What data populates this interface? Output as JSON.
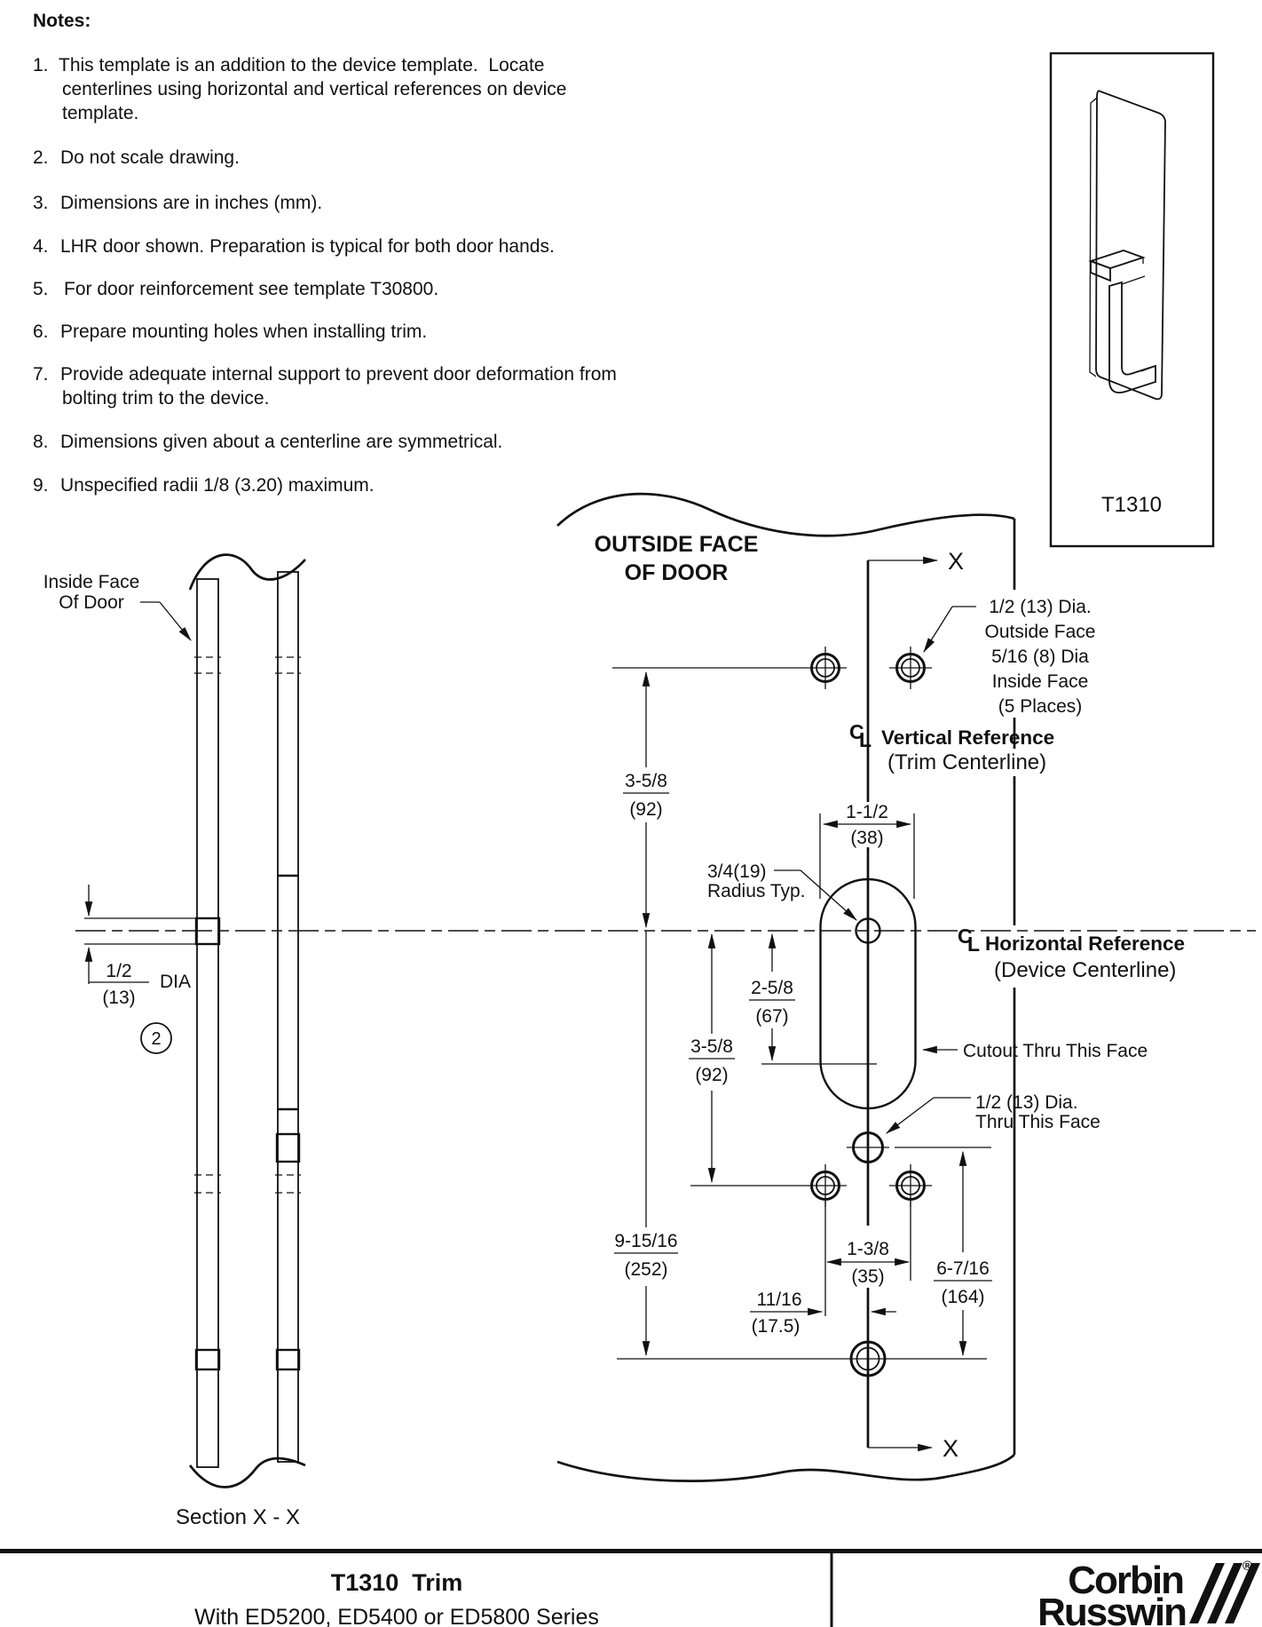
{
  "colors": {
    "paper": "#ffffff",
    "ink": "#111111",
    "cutout_fill": "#e8e8e8",
    "hatch": "#9a9a9a"
  },
  "notes": {
    "heading": "Notes:",
    "items": [
      {
        "num": "1.",
        "lines": [
          "This template is an addition to the device template.  Locate",
          "centerlines using horizontal and vertical references on device",
          "template."
        ]
      },
      {
        "num": "2.",
        "lines": [
          "Do not scale drawing."
        ]
      },
      {
        "num": "3.",
        "lines": [
          "Dimensions are in inches (mm)."
        ]
      },
      {
        "num": "4.",
        "lines": [
          "LHR door shown. Preparation is typical for both door hands."
        ]
      },
      {
        "num": "5.",
        "lines": [
          "For door reinforcement see template T30800."
        ]
      },
      {
        "num": "6.",
        "lines": [
          "Prepare mounting holes when installing trim."
        ]
      },
      {
        "num": "7.",
        "lines": [
          "Provide adequate internal support to prevent door deformation from",
          "bolting trim to the device."
        ]
      },
      {
        "num": "8.",
        "lines": [
          "Dimensions given about a centerline are symmetrical."
        ]
      },
      {
        "num": "9.",
        "lines": [
          "Unspecified radii 1/8 (3.20) maximum."
        ]
      }
    ]
  },
  "trim_box": {
    "label": "T1310"
  },
  "front": {
    "title1": "OUTSIDE FACE",
    "title2": "OF DOOR",
    "x_top": "X",
    "x_bottom": "X",
    "vref": {
      "c": "C",
      "l": "L",
      "title": "Vertical Reference",
      "sub": "(Trim Centerline)"
    },
    "href": {
      "c": "C",
      "l": "L",
      "title": "Horizontal Reference",
      "sub": "(Device Centerline)"
    },
    "hole_note": [
      "1/2 (13) Dia.",
      "Outside Face",
      "5/16 (8) Dia",
      "Inside Face",
      "(5 Places)"
    ],
    "radius_note": [
      "3/4(19)",
      "Radius Typ."
    ],
    "cutout_note": "Cutout Thru This Face",
    "thru_note": [
      "1/2 (13) Dia.",
      "Thru This Face"
    ],
    "dims": {
      "d1": {
        "v": "3-5/8",
        "mm": "(92)"
      },
      "d2": {
        "v": "1-1/2",
        "mm": "(38)"
      },
      "d3": {
        "v": "2-5/8",
        "mm": "(67)"
      },
      "d4": {
        "v": "3-5/8",
        "mm": "(92)"
      },
      "d5": {
        "v": "9-15/16",
        "mm": "(252)"
      },
      "d6": {
        "v": "1-3/8",
        "mm": "(35)"
      },
      "d7": {
        "v": "11/16",
        "mm": "(17.5)"
      },
      "d8": {
        "v": "6-7/16",
        "mm": "(164)"
      }
    }
  },
  "section": {
    "label1": "Inside Face",
    "label2": "Of Door",
    "dia": {
      "v": "1/2",
      "mm": "(13)",
      "suffix": "DIA"
    },
    "balloon": "2",
    "caption": "Section X - X"
  },
  "footer": {
    "title": "T1310  Trim",
    "subtitle": "With ED5200, ED5400 or ED5800 Series",
    "brand1": "Corbin",
    "brand2": "Russwin",
    "registered": "®"
  }
}
